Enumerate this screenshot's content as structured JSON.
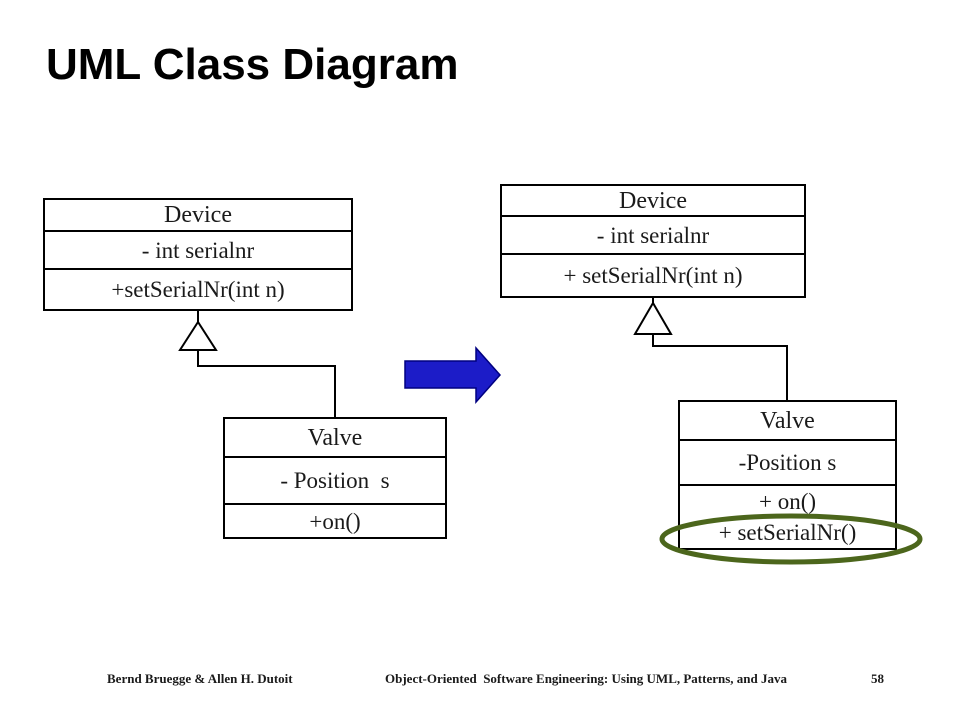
{
  "title": "UML Class Diagram",
  "colors": {
    "arrow_blue": "#1c1cc8",
    "arrow_border": "#000080",
    "highlight_green": "#4c661c",
    "line_black": "#000000"
  },
  "icons": {
    "inheritance": "hollow-triangle",
    "transform_arrow": "right-block-arrow",
    "highlight": "hand-drawn-ellipse"
  },
  "left_diagram": {
    "device": {
      "name": "Device",
      "attributes": [
        "- int serialnr"
      ],
      "operations": [
        "+setSerialNr(int n)"
      ]
    },
    "valve": {
      "name": "Valve",
      "attributes": [
        "- Position  s"
      ],
      "operations": [
        "+on()"
      ]
    }
  },
  "right_diagram": {
    "device": {
      "name": "Device",
      "attributes": [
        "- int serialnr"
      ],
      "operations": [
        "+ setSerialNr(int n)"
      ]
    },
    "valve": {
      "name": "Valve",
      "attributes": [
        "-Position s"
      ],
      "operations": [
        "+ on()",
        "+ setSerialNr()"
      ]
    }
  },
  "footer": {
    "authors": "Bernd Bruegge & Allen H. Dutoit",
    "book": "Object-Oriented  Software Engineering: Using UML, Patterns, and Java",
    "page": "58"
  }
}
